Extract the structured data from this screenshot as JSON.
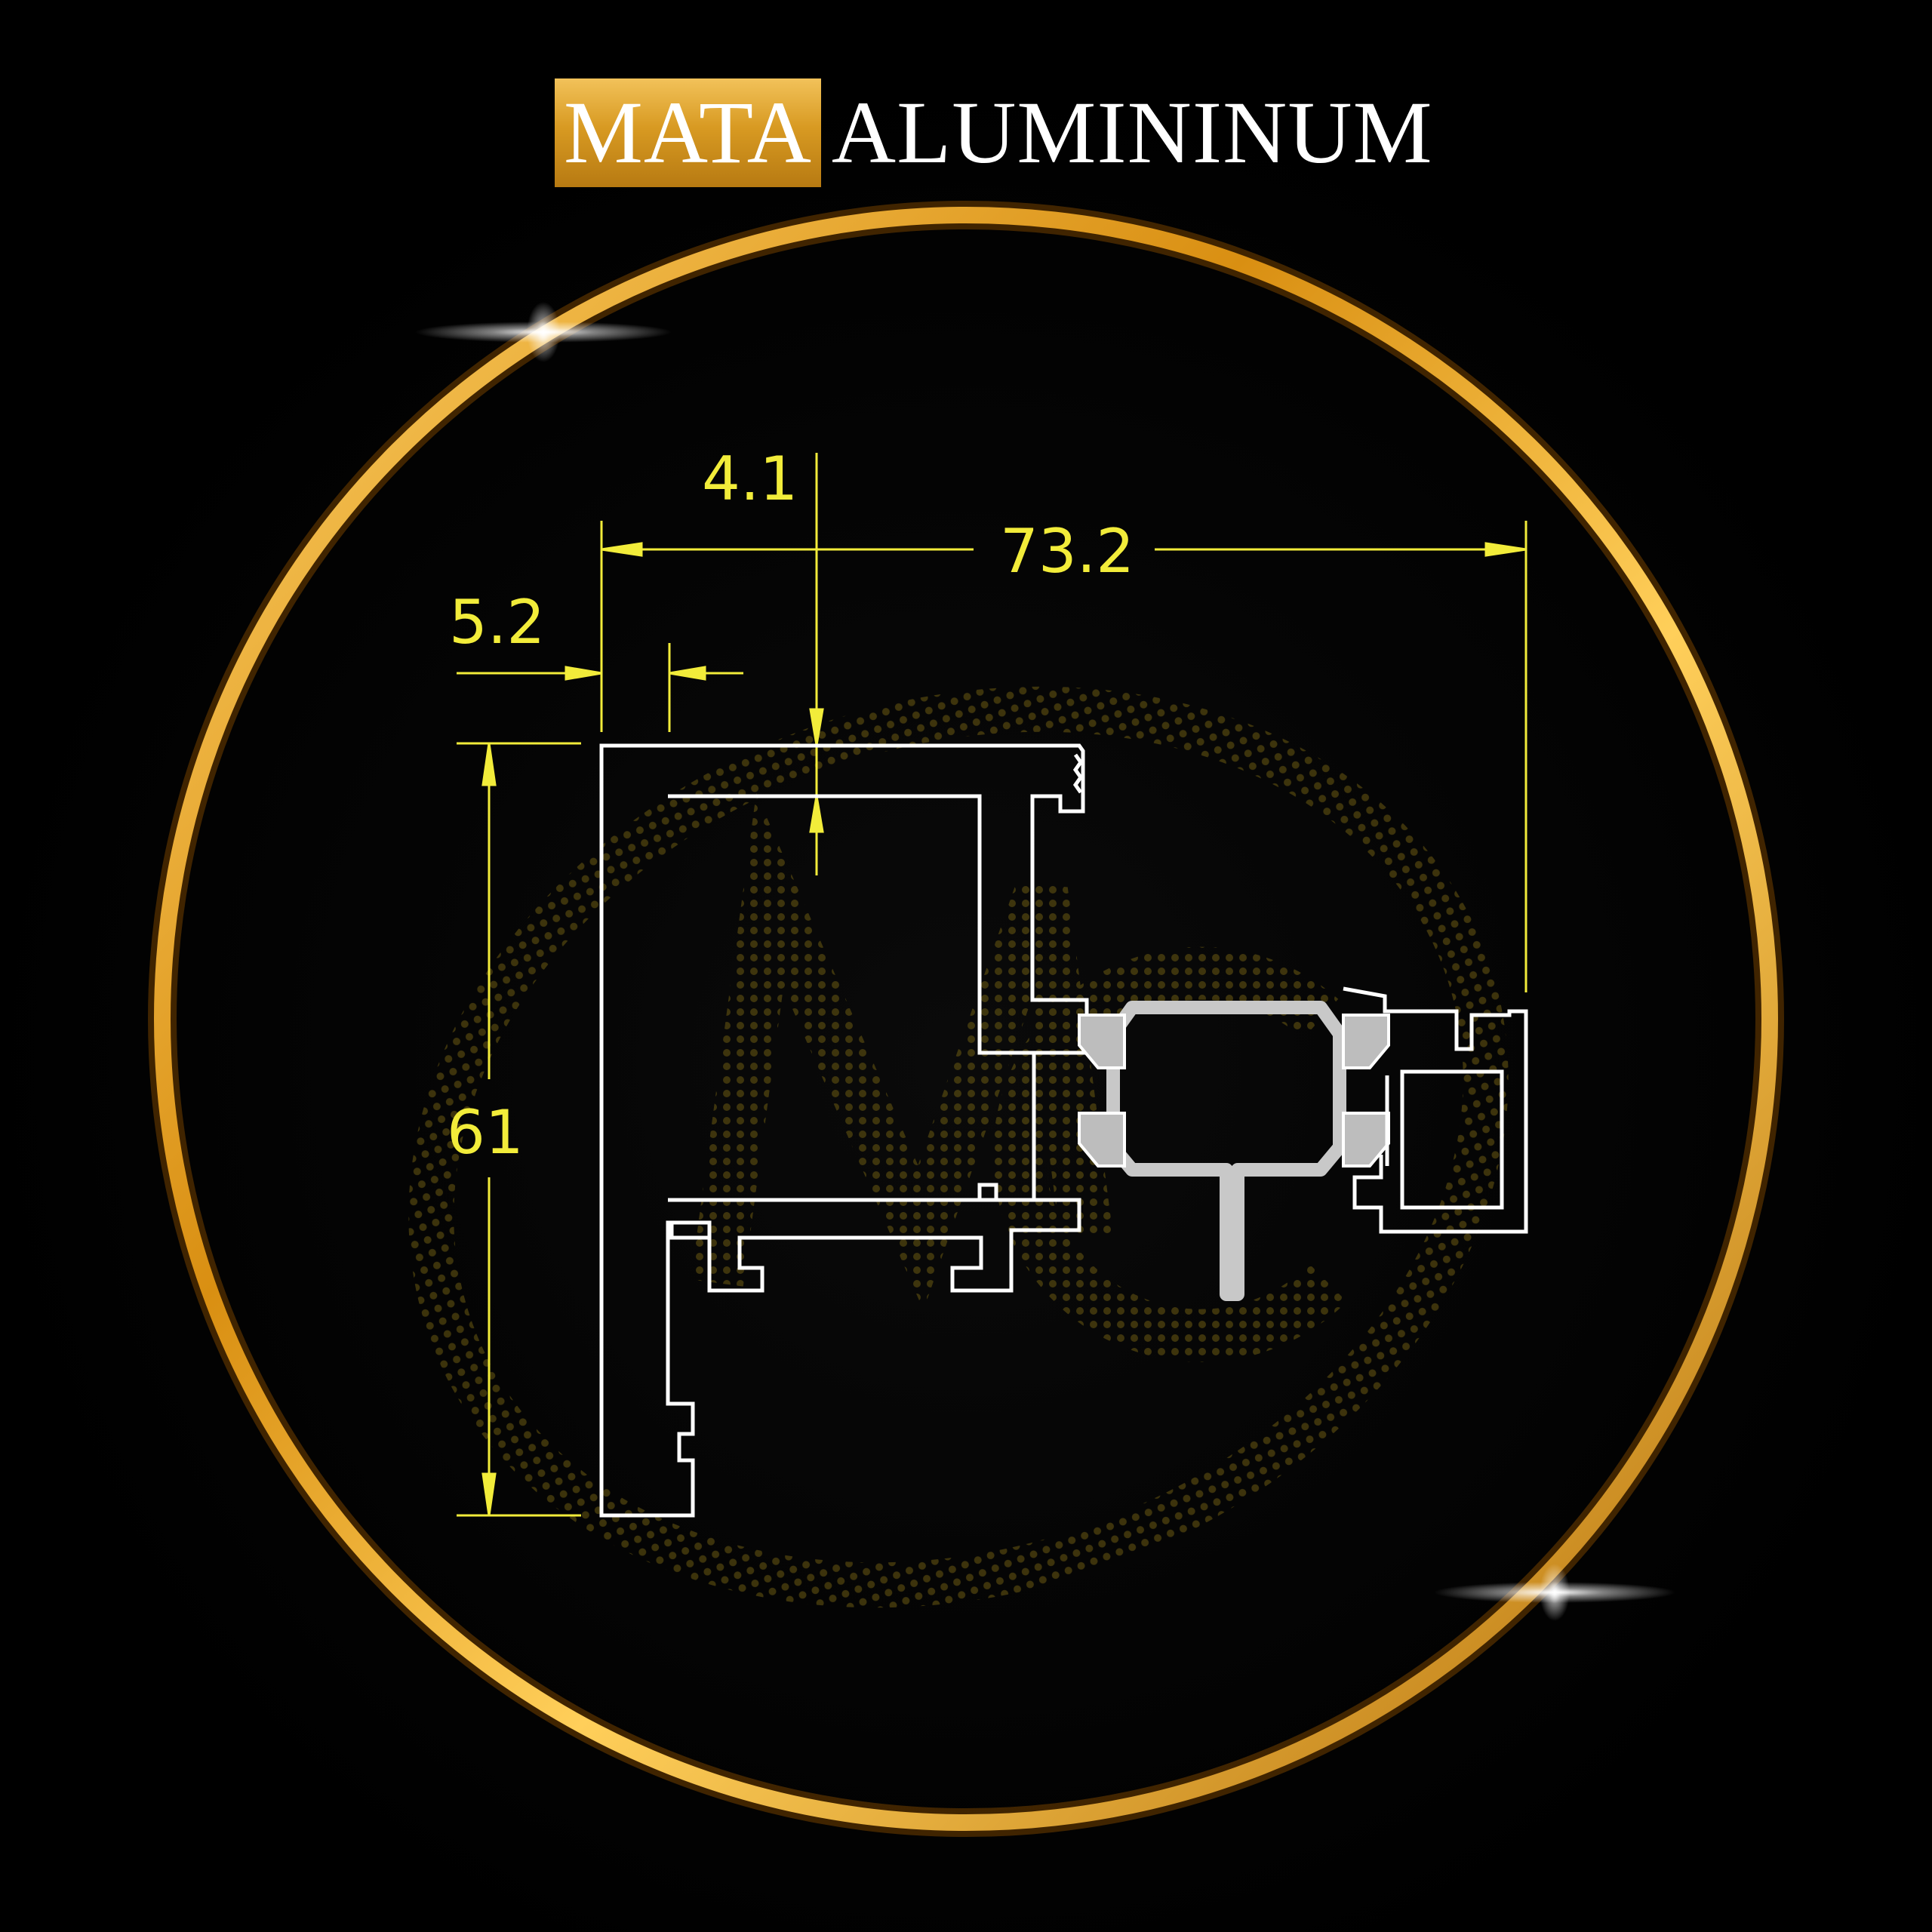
{
  "brand": {
    "highlight": "MATA",
    "rest": "ALUMININUM"
  },
  "dimensions": {
    "top_wall": "4.1",
    "overall_width": "73.2",
    "left_wall": "5.2",
    "height": "61"
  },
  "colors": {
    "background": "#000000",
    "ring_gold": "#e3a21f",
    "dimension_yellow": "#f2ec3a",
    "profile_outline": "#ffffff",
    "thermal_break": "#c8c8c8"
  }
}
